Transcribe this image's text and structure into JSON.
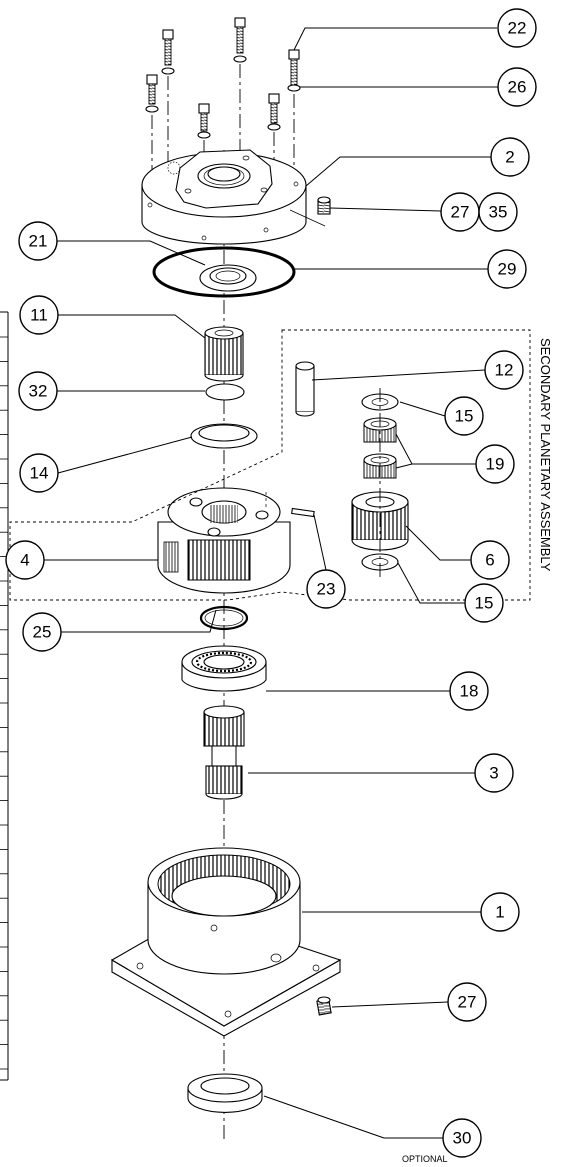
{
  "callouts": {
    "c22": "22",
    "c26": "26",
    "c2": "2",
    "c27a": "27",
    "c35": "35",
    "c21": "21",
    "c29": "29",
    "c11": "11",
    "c12": "12",
    "c15a": "15",
    "c32": "32",
    "c19": "19",
    "c14": "14",
    "c4": "4",
    "c6": "6",
    "c23": "23",
    "c15b": "15",
    "c25": "25",
    "c18": "18",
    "c3": "3",
    "c1": "1",
    "c27b": "27",
    "c30": "30"
  },
  "labels": {
    "secondary_assembly": "SECONDARY PLANETARY ASSEMBLY",
    "optional": "OPTIONAL"
  }
}
